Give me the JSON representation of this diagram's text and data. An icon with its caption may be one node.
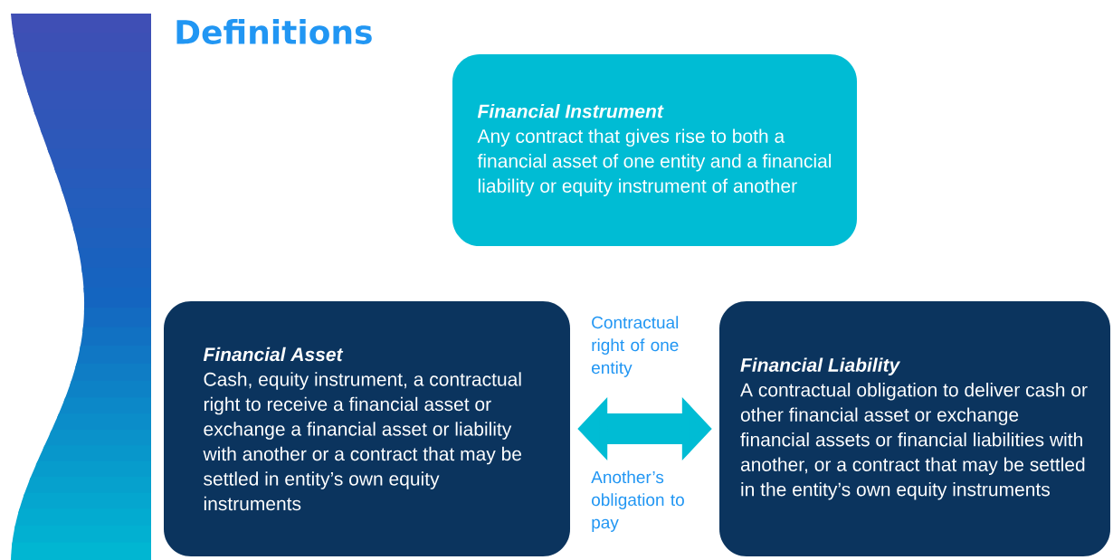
{
  "diagram": {
    "title": "Definitions",
    "nodes": [
      {
        "text": [
          "Financial Instrument",
          "Any contract that gives rise to both a financial asset of one entity and a financial liability or equity instrument of another"
        ]
      },
      {
        "text": [
          "Financial Asset",
          "Cash, equity instrument, a contractual right to receive a financial asset or exchange a financial asset or liability with another or a contract that may be settled in entity’s own equity instruments"
        ]
      },
      {
        "text": [
          "Financial Liability",
          "A contractual obligation to deliver cash or other financial asset or exchange financial assets or financial liabilities with another, or a contract that may be settled in the entity’s own equity instruments"
        ]
      }
    ],
    "edges": [
      {
        "from": 1,
        "to": 2,
        "arrow": "both"
      }
    ],
    "labels": [
      "Contractual right of one entity",
      "Another’s obligation to pay"
    ]
  }
}
